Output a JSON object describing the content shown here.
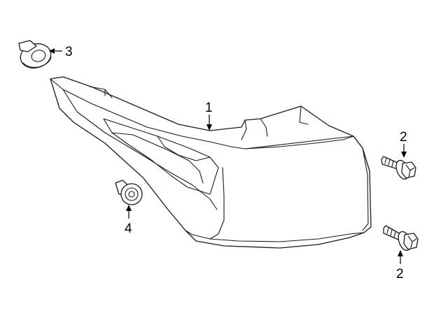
{
  "callouts": {
    "c1": "1",
    "c2_upper": "2",
    "c2_lower": "2",
    "c3": "3",
    "c4": "4"
  },
  "parts": {
    "p1": "lamp-assembly",
    "p2": "bolt",
    "p3": "grommet",
    "p4": "nut"
  }
}
